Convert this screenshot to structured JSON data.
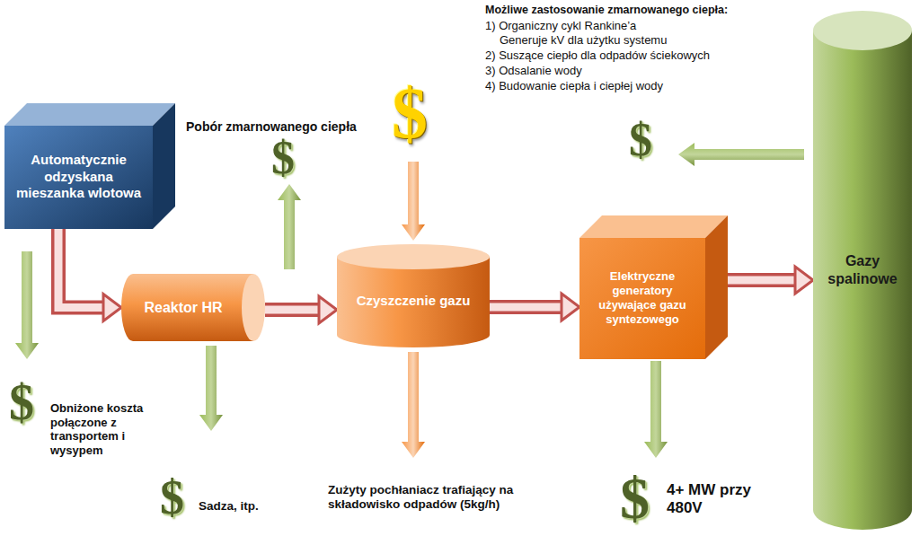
{
  "diagram": {
    "nodes": [
      {
        "text": [
          "Automatycznie odzyskana mieszanka wlotowa"
        ]
      },
      {
        "text": [
          "Reaktor HR"
        ]
      },
      {
        "text": [
          "Czyszczenie gazu"
        ]
      },
      {
        "text": [
          "Elektryczne generatory używające gazu syntezowego"
        ]
      },
      {
        "text": [
          "Gazy spalinowe"
        ]
      }
    ],
    "edges": [
      {
        "from": 0,
        "to": 1,
        "arrow": "to"
      },
      {
        "from": 1,
        "to": 2,
        "arrow": "to"
      },
      {
        "from": 2,
        "to": 3,
        "arrow": "to"
      },
      {
        "from": 3,
        "to": 4,
        "arrow": "to"
      }
    ],
    "labels": [
      "Możliwe zastosowanie zmarnowanego ciepła:",
      "1) Organiczny cykl Rankine’a",
      "Generuje kV dla użytku systemu",
      "2) Suszące ciepło dla odpadów ściekowych",
      "3) Odsalanie wody",
      "4) Budowanie ciepła i ciepłej wody",
      "Pobór zmarnowanego ciepła",
      "$",
      "$",
      "$",
      "$",
      "Obniżone koszta połączone z transportem i wysypem",
      "$",
      "Sadza, itp.",
      "Zużyty pochłaniacz trafiający na składowisko odpadów (5kg/h)",
      "$",
      "4+ MW przy 480V"
    ]
  }
}
